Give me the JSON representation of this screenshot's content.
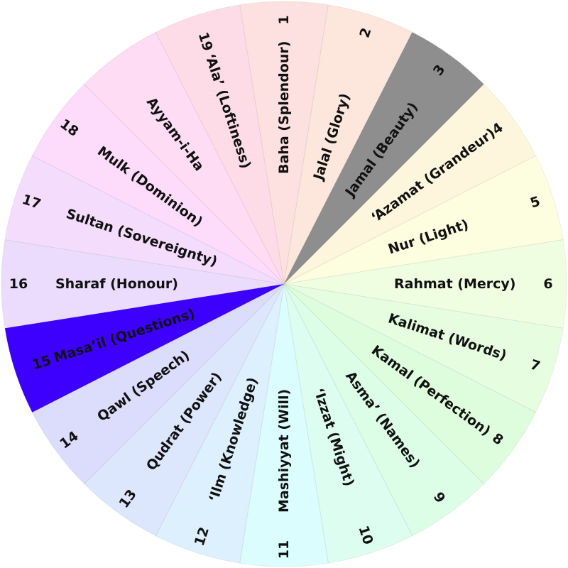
{
  "wheel": {
    "segments": [
      {
        "number": "1",
        "name": "Baha (Splendour)",
        "color": "#fde0e0"
      },
      {
        "number": "2",
        "name": "Jalal (Glory)",
        "color": "#fde6dc"
      },
      {
        "number": "3",
        "name": "Jamal (Beauty)",
        "color": "#8e8e8e"
      },
      {
        "number": "4",
        "name": "‘Azamat (Grandeur)",
        "color": "#fdf6dc"
      },
      {
        "number": "5",
        "name": "Nur (Light)",
        "color": "#fdfde0"
      },
      {
        "number": "6",
        "name": "Rahmat (Mercy)",
        "color": "#effde0"
      },
      {
        "number": "7",
        "name": "Kalimat (Words)",
        "color": "#e6fde0"
      },
      {
        "number": "8",
        "name": "Kamal (Perfection)",
        "color": "#defddc"
      },
      {
        "number": "9",
        "name": "Asma’ (Names)",
        "color": "#dcfde6"
      },
      {
        "number": "10",
        "name": "‘Izzat (Might)",
        "color": "#dcfdf0"
      },
      {
        "number": "11",
        "name": "Mashiyyat (Will)",
        "color": "#dcfdfd"
      },
      {
        "number": "12",
        "name": "‘Ilm (Knowledge)",
        "color": "#dcf0fd"
      },
      {
        "number": "13",
        "name": "Qudrat (Power)",
        "color": "#dce6fd"
      },
      {
        "number": "14",
        "name": "Qawl (Speech)",
        "color": "#dcdcfd"
      },
      {
        "number": "15",
        "name": "Masa’il (Questions)",
        "color": "#3d00ff",
        "inline_number": true
      },
      {
        "number": "16",
        "name": "Sharaf (Honour)",
        "color": "#ebdcfd"
      },
      {
        "number": "17",
        "name": "Sultan (Sovereignty)",
        "color": "#f4dcfd"
      },
      {
        "number": "18",
        "name": "Mulk (Dominion)",
        "color": "#fddcfb"
      },
      {
        "number": "",
        "name": "Ayyam-i-Ha",
        "color": "#fddcf4"
      },
      {
        "number": "19",
        "name": "‘Ala’ (Loftiness)",
        "color": "#fddce8",
        "inline_number": true
      }
    ]
  }
}
